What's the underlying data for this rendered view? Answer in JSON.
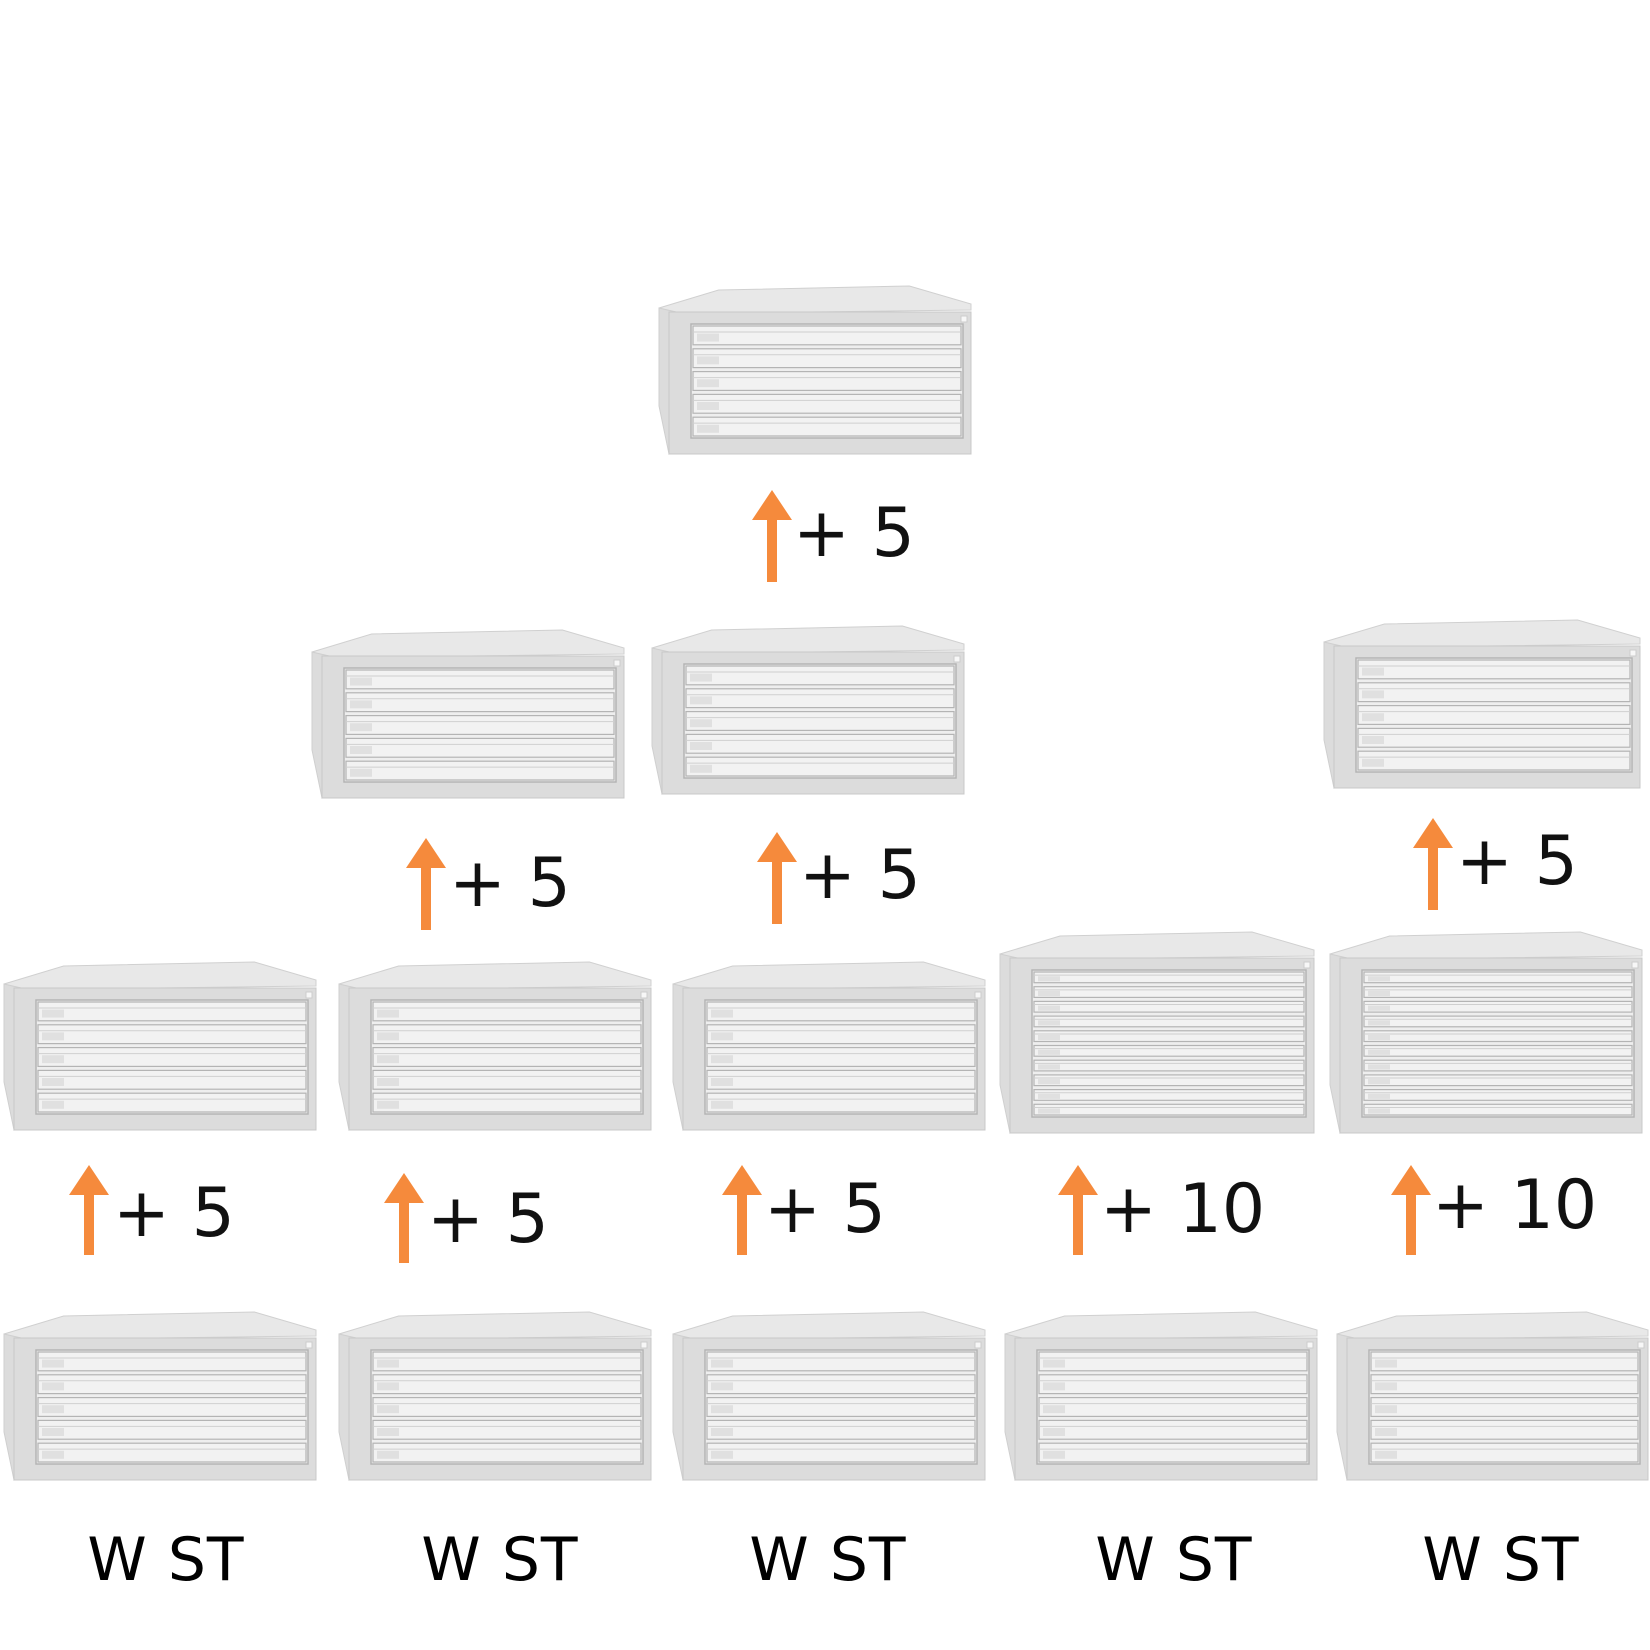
{
  "base_label": "W ST",
  "cabinet_colors": {
    "body": "#dcdcdc",
    "top": "#e8e8e8",
    "front": "#eeeeee",
    "drawer": "#f2f2f2",
    "line": "#b4b4b4"
  },
  "arrow_color": "#f58a3c",
  "columns": [
    {
      "label": "W ST"
    },
    {
      "label": "W ST"
    },
    {
      "label": "W ST"
    },
    {
      "label": "W ST"
    },
    {
      "label": "W ST"
    }
  ],
  "increments": [
    {
      "text": "+ 5"
    },
    {
      "text": "+ 5"
    },
    {
      "text": "+ 5"
    },
    {
      "text": "+ 10"
    },
    {
      "text": "+ 10"
    },
    {
      "text": "+ 5"
    },
    {
      "text": "+ 5"
    },
    {
      "text": "+ 5"
    },
    {
      "text": "+ 5"
    }
  ],
  "drawer_counts": {
    "standard": 5,
    "tall": 10
  }
}
